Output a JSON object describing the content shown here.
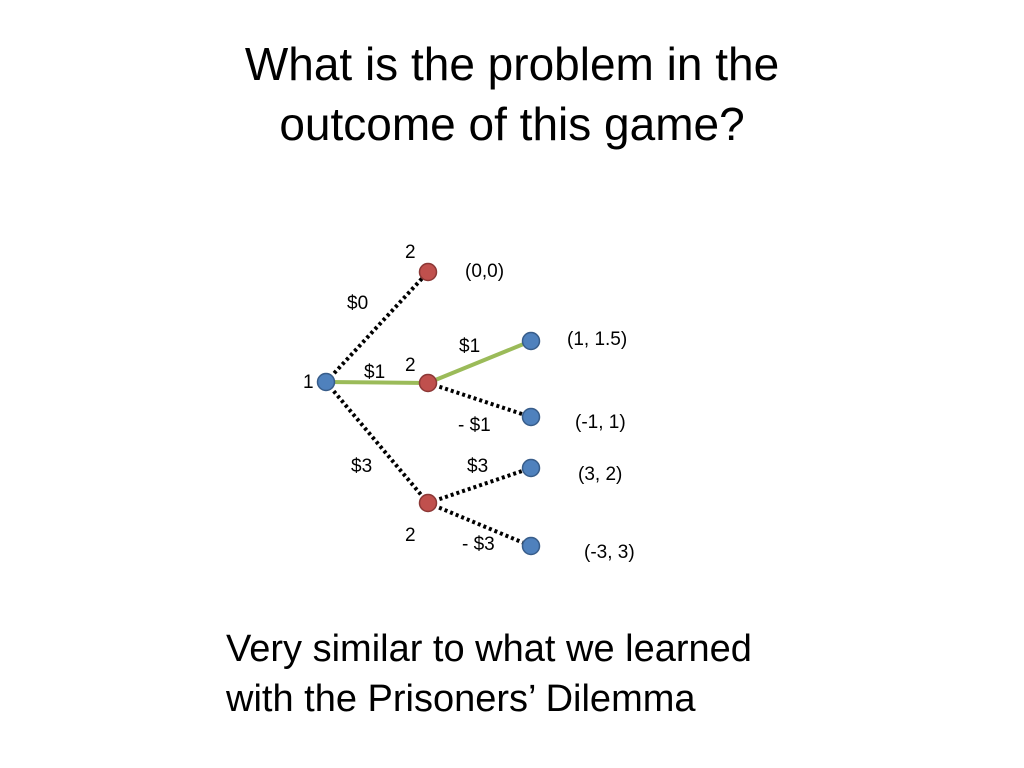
{
  "slide": {
    "title_line1": "What is the problem in the",
    "title_line2": "outcome of this game?",
    "body_line1": "Very similar to what we learned",
    "body_line2": "with the Prisoners’ Dilemma"
  },
  "tree": {
    "colors": {
      "player1_node": "#4f81bd",
      "player2_node": "#c0504d",
      "terminal_node": "#4f81bd",
      "node_stroke": "#385d8a",
      "equilibrium_edge": "#9bbb59",
      "other_edge": "#000000"
    },
    "root_player": "1",
    "player2_top": "2",
    "player2_mid": "2",
    "player2_bottom": "2",
    "edge_root_top": "$0",
    "edge_root_mid": "$1",
    "edge_root_bottom": "$3",
    "edge_mid_up": "$1",
    "edge_mid_down": "- $1",
    "edge_bottom_up": "$3",
    "edge_bottom_down": "- $3",
    "payoff_top": "(0,0)",
    "payoff_mid_up": "(1, 1.5)",
    "payoff_mid_down": "(-1, 1)",
    "payoff_bottom_up": "(3, 2)",
    "payoff_bottom_down": "(-3, 3)"
  }
}
